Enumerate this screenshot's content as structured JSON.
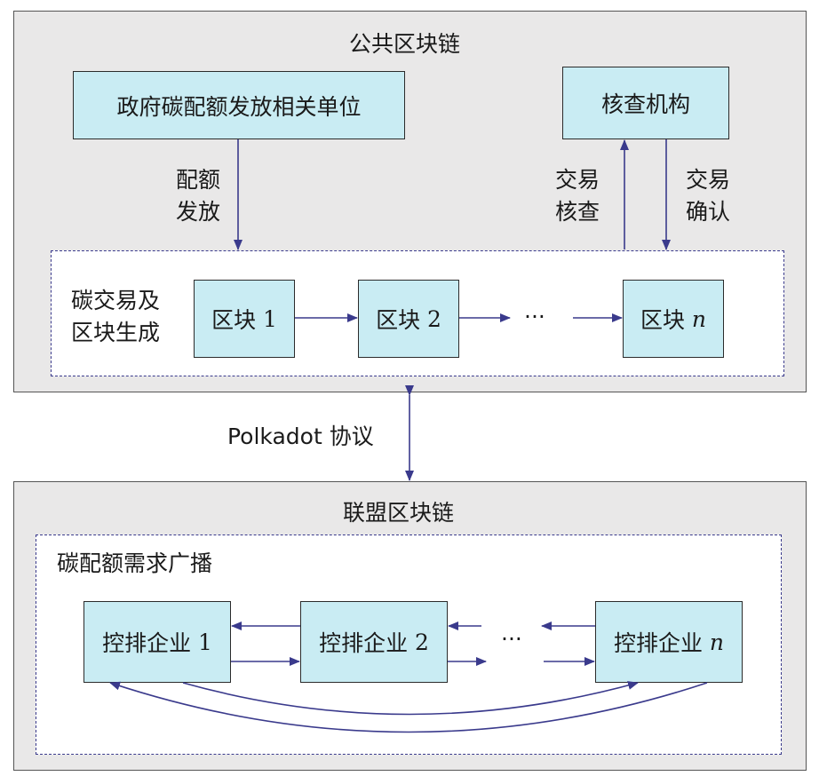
{
  "public_chain": {
    "title": "公共区块链",
    "gov_unit": "政府碳配额发放相关单位",
    "verifier": "核查机构",
    "allocation_label_1": "配额",
    "allocation_label_2": "发放",
    "verify_label_1": "交易",
    "verify_label_2": "核查",
    "confirm_label_1": "交易",
    "confirm_label_2": "确认",
    "region_label_1": "碳交易及",
    "region_label_2": "区块生成",
    "block_text": "区块",
    "block1_num": "1",
    "block2_num": "2",
    "blockn_num": "n",
    "ellipsis": "···"
  },
  "protocol": {
    "label": "Polkadot 协议"
  },
  "consortium_chain": {
    "title": "联盟区块链",
    "region_label": "碳配额需求广播",
    "ent_text": "控排企业",
    "ent1_num": "1",
    "ent2_num": "2",
    "entn_num": "n",
    "ellipsis": "···"
  },
  "colors": {
    "panel_bg": "#e9e8e8",
    "box_fill": "#c9ecf3",
    "arrow": "#3a3a8c"
  }
}
